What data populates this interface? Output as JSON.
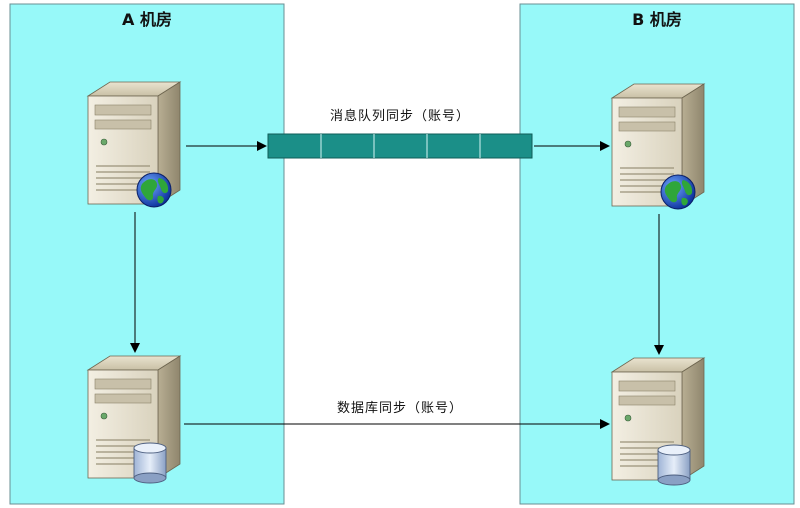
{
  "zones": {
    "a": {
      "title": "A 机房"
    },
    "b": {
      "title": "B 机房"
    }
  },
  "edges": {
    "mq_sync": {
      "label": "消息队列同步（账号）"
    },
    "db_sync": {
      "label": "数据库同步（账号）"
    }
  },
  "nodes": {
    "a_web": {
      "type": "server",
      "icon": "globe-icon"
    },
    "a_db": {
      "type": "server",
      "icon": "database-icon"
    },
    "b_web": {
      "type": "server",
      "icon": "globe-icon"
    },
    "b_db": {
      "type": "server",
      "icon": "database-icon"
    }
  },
  "colors": {
    "zone_fill": "#97F9F9",
    "zone_border": "#6a8f93",
    "queue_fill": "#1b8f88",
    "queue_border": "#0f5c58"
  }
}
